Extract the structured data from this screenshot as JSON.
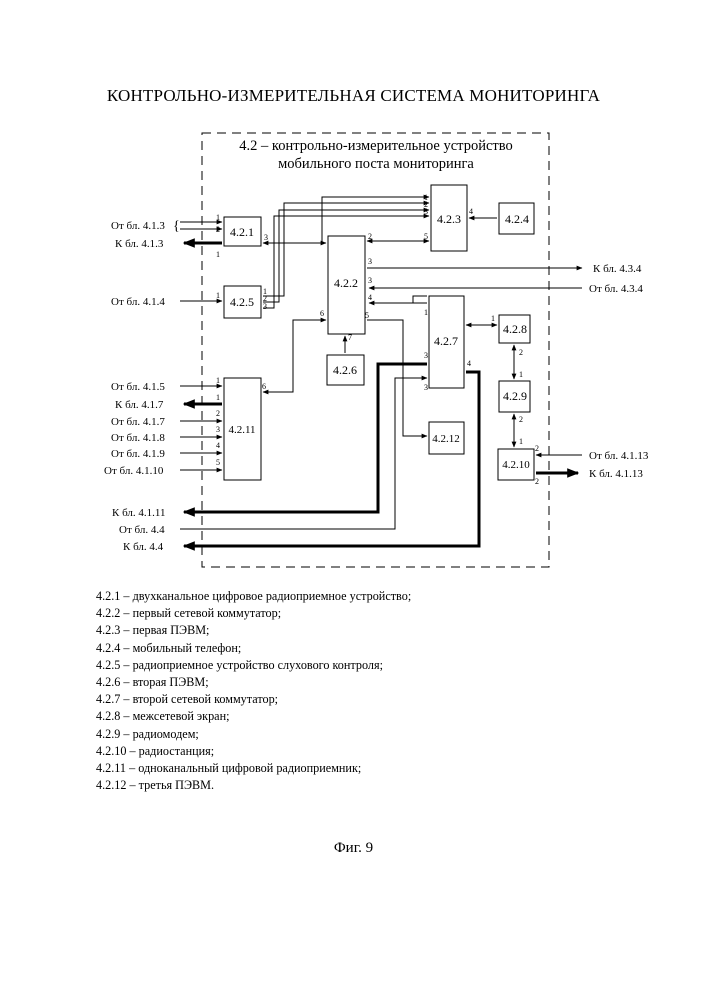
{
  "title": "КОНТРОЛЬНО-ИЗМЕРИТЕЛЬНАЯ СИСТЕМА МОНИТОРИНГА",
  "container_title_line1": "4.2 – контрольно-измерительное устройство",
  "container_title_line2": "мобильного поста мониторинга",
  "blocks": {
    "b421": "4.2.1",
    "b422": "4.2.2",
    "b423": "4.2.3",
    "b424": "4.2.4",
    "b425": "4.2.5",
    "b426": "4.2.6",
    "b427": "4.2.7",
    "b428": "4.2.8",
    "b429": "4.2.9",
    "b4210": "4.2.10",
    "b4211": "4.2.11",
    "b4212": "4.2.12"
  },
  "external": {
    "from_413": "От бл. 4.1.3",
    "to_413": "К бл. 4.1.3",
    "from_414": "От бл. 4.1.4",
    "from_415": "От бл. 4.1.5",
    "to_417": "К бл. 4.1.7",
    "from_417": "От бл. 4.1.7",
    "from_418": "От бл. 4.1.8",
    "from_419": "От бл. 4.1.9",
    "from_4110": "От бл. 4.1.10",
    "to_4111": "К бл. 4.1.11",
    "from_44": "От бл. 4.4",
    "to_44": "К бл. 4.4",
    "to_434": "К бл. 4.3.4",
    "from_434": "От бл. 4.3.4",
    "from_4113": "От бл. 4.1.13",
    "to_4113": "К бл. 4.1.13",
    "brace": "{"
  },
  "ports": {
    "n1": "1",
    "n2": "2",
    "n3": "3",
    "n4": "4",
    "n5": "5",
    "n6": "6",
    "n7": "7"
  },
  "legend": [
    "4.2.1 – двухканальное цифровое радиоприемное устройство;",
    "4.2.2 – первый сетевой коммутатор;",
    "4.2.3 – первая ПЭВМ;",
    "4.2.4 – мобильный телефон;",
    "4.2.5 – радиоприемное устройство слухового контроля;",
    "4.2.6 – вторая ПЭВМ;",
    "4.2.7 – второй сетевой коммутатор;",
    "4.2.8 – межсетевой экран;",
    "4.2.9 – радиомодем;",
    "4.2.10 – радиостанция;",
    "4.2.11 – одноканальный цифровой радиоприемник;",
    "4.2.12 – третья ПЭВМ."
  ],
  "figure_caption": "Фиг. 9"
}
